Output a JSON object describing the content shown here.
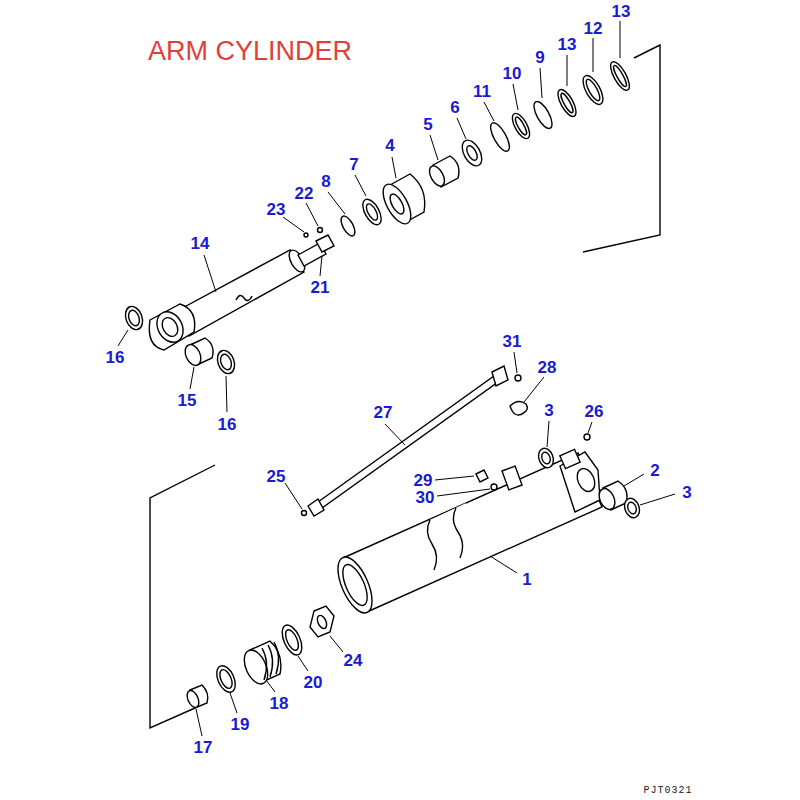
{
  "diagram": {
    "title": "ARM CYLINDER",
    "labels": [
      "13",
      "12",
      "13",
      "9",
      "10",
      "11",
      "6",
      "5",
      "4",
      "7",
      "8",
      "22",
      "23",
      "14",
      "21",
      "16",
      "15",
      "16",
      "31",
      "28",
      "3",
      "26",
      "27",
      "2",
      "3",
      "25",
      "29",
      "30",
      "1",
      "24",
      "20",
      "18",
      "19",
      "17",
      "PJT0321"
    ]
  }
}
